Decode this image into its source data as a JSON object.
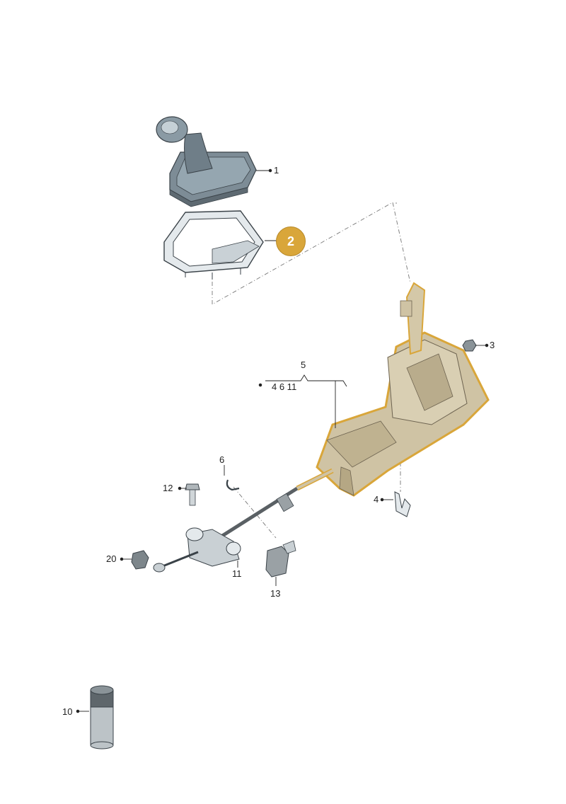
{
  "labels": {
    "p1": "1",
    "p2": "2",
    "p3": "3",
    "p4": "4",
    "p5": "5",
    "p5_sub": "4   6  11",
    "p6": "6",
    "p10": "10",
    "p11": "11",
    "p12": "12",
    "p13": "13",
    "p20": "20"
  },
  "colors": {
    "highlight": "#d9a63a",
    "housing": "#cfc3a4",
    "housing_dark": "#a8997a",
    "boot": "#8fa0aa",
    "metal": "#9aa1a5"
  }
}
